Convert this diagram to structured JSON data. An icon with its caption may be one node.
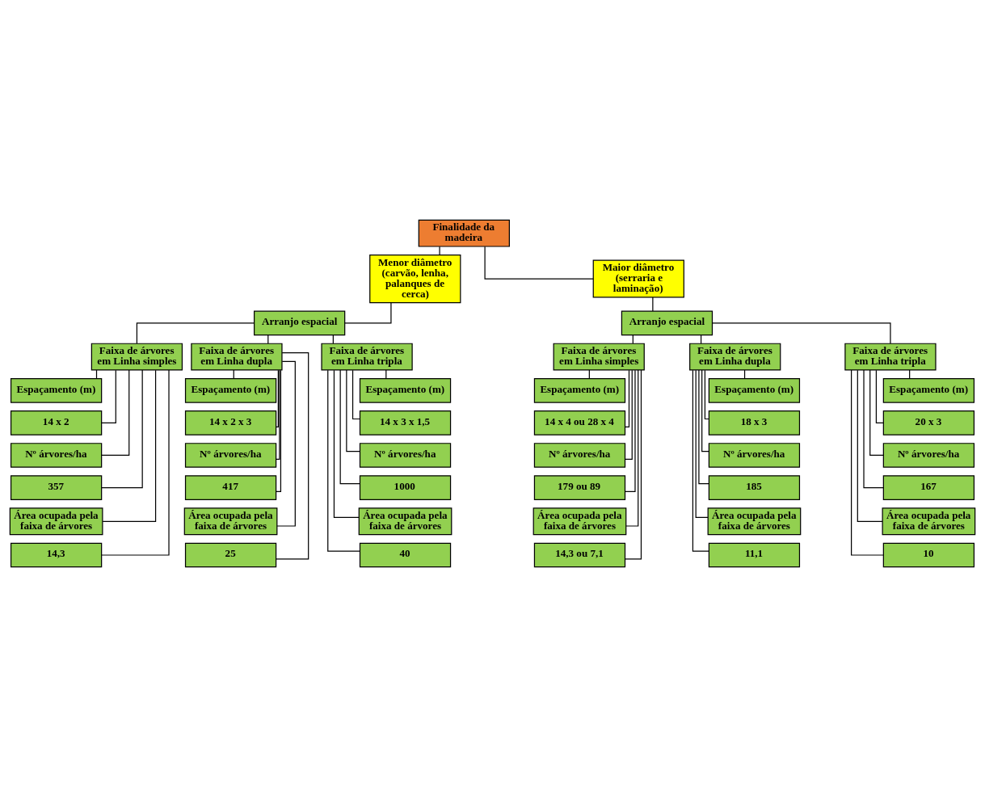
{
  "diagram": {
    "nodes": [
      {
        "text": [
          "Finalidade da madeira"
        ]
      },
      {
        "text": [
          "Menor diâmetro (carvão, lenha, palanques de cerca)"
        ]
      },
      {
        "text": [
          "Maior diâmetro (serraria e laminação)"
        ]
      },
      {
        "text": [
          "Arranjo espacial"
        ]
      },
      {
        "text": [
          "Arranjo espacial"
        ]
      },
      {
        "text": [
          "Faixa de árvores em Linha simples"
        ]
      },
      {
        "text": [
          "Faixa de árvores em Linha dupla"
        ]
      },
      {
        "text": [
          "Faixa de árvores em Linha tripla"
        ]
      },
      {
        "text": [
          "Faixa de árvores em Linha simples"
        ]
      },
      {
        "text": [
          "Faixa de árvores em Linha dupla"
        ]
      },
      {
        "text": [
          "Faixa de árvores em Linha tripla"
        ]
      },
      {
        "text": [
          "Espaçamento (m)"
        ]
      },
      {
        "text": [
          "14 x 2"
        ]
      },
      {
        "text": [
          "Nº árvores/ha"
        ]
      },
      {
        "text": [
          "357"
        ]
      },
      {
        "text": [
          "Área ocupada pela faixa de árvores"
        ]
      },
      {
        "text": [
          "14,3"
        ]
      },
      {
        "text": [
          "Espaçamento (m)"
        ]
      },
      {
        "text": [
          "14 x 2 x 3"
        ]
      },
      {
        "text": [
          "Nº árvores/ha"
        ]
      },
      {
        "text": [
          "417"
        ]
      },
      {
        "text": [
          "Área ocupada pela faixa de árvores"
        ]
      },
      {
        "text": [
          "25"
        ]
      },
      {
        "text": [
          "Espaçamento (m)"
        ]
      },
      {
        "text": [
          "14 x 3 x 1,5"
        ]
      },
      {
        "text": [
          "Nº árvores/ha"
        ]
      },
      {
        "text": [
          "1000"
        ]
      },
      {
        "text": [
          "Área ocupada pela faixa de árvores"
        ]
      },
      {
        "text": [
          "40"
        ]
      },
      {
        "text": [
          "Espaçamento (m)"
        ]
      },
      {
        "text": [
          "14 x 4 ou 28 x 4"
        ]
      },
      {
        "text": [
          "Nº árvores/ha"
        ]
      },
      {
        "text": [
          "179 ou 89"
        ]
      },
      {
        "text": [
          "Área ocupada pela faixa de árvores"
        ]
      },
      {
        "text": [
          "14,3 ou 7,1"
        ]
      },
      {
        "text": [
          "Espaçamento (m)"
        ]
      },
      {
        "text": [
          "18 x 3"
        ]
      },
      {
        "text": [
          "Nº árvores/ha"
        ]
      },
      {
        "text": [
          "185"
        ]
      },
      {
        "text": [
          "Área ocupada pela faixa de árvores"
        ]
      },
      {
        "text": [
          "11,1"
        ]
      },
      {
        "text": [
          "Espaçamento (m)"
        ]
      },
      {
        "text": [
          "20 x 3"
        ]
      },
      {
        "text": [
          "Nº árvores/ha"
        ]
      },
      {
        "text": [
          "167"
        ]
      },
      {
        "text": [
          "Área ocupada pela faixa de árvores"
        ]
      },
      {
        "text": [
          "10"
        ]
      }
    ],
    "edges": [
      {
        "from": 0,
        "to": 1,
        "arrow": "none"
      },
      {
        "from": 0,
        "to": 2,
        "arrow": "none"
      },
      {
        "from": 1,
        "to": 3,
        "arrow": "none"
      },
      {
        "from": 2,
        "to": 4,
        "arrow": "none"
      },
      {
        "from": 3,
        "to": 5,
        "arrow": "none"
      },
      {
        "from": 3,
        "to": 6,
        "arrow": "none"
      },
      {
        "from": 3,
        "to": 7,
        "arrow": "none"
      },
      {
        "from": 4,
        "to": 8,
        "arrow": "none"
      },
      {
        "from": 4,
        "to": 9,
        "arrow": "none"
      },
      {
        "from": 4,
        "to": 10,
        "arrow": "none"
      },
      {
        "from": 5,
        "to": 11,
        "arrow": "none"
      },
      {
        "from": 5,
        "to": 12,
        "arrow": "none"
      },
      {
        "from": 5,
        "to": 13,
        "arrow": "none"
      },
      {
        "from": 5,
        "to": 14,
        "arrow": "none"
      },
      {
        "from": 5,
        "to": 15,
        "arrow": "none"
      },
      {
        "from": 5,
        "to": 16,
        "arrow": "none"
      },
      {
        "from": 6,
        "to": 17,
        "arrow": "none"
      },
      {
        "from": 6,
        "to": 18,
        "arrow": "none"
      },
      {
        "from": 6,
        "to": 19,
        "arrow": "none"
      },
      {
        "from": 6,
        "to": 20,
        "arrow": "none"
      },
      {
        "from": 6,
        "to": 21,
        "arrow": "none"
      },
      {
        "from": 6,
        "to": 22,
        "arrow": "none"
      },
      {
        "from": 7,
        "to": 23,
        "arrow": "none"
      },
      {
        "from": 7,
        "to": 24,
        "arrow": "none"
      },
      {
        "from": 7,
        "to": 25,
        "arrow": "none"
      },
      {
        "from": 7,
        "to": 26,
        "arrow": "none"
      },
      {
        "from": 7,
        "to": 27,
        "arrow": "none"
      },
      {
        "from": 7,
        "to": 28,
        "arrow": "none"
      },
      {
        "from": 8,
        "to": 29,
        "arrow": "none"
      },
      {
        "from": 8,
        "to": 30,
        "arrow": "none"
      },
      {
        "from": 8,
        "to": 31,
        "arrow": "none"
      },
      {
        "from": 8,
        "to": 32,
        "arrow": "none"
      },
      {
        "from": 8,
        "to": 33,
        "arrow": "none"
      },
      {
        "from": 8,
        "to": 34,
        "arrow": "none"
      },
      {
        "from": 9,
        "to": 35,
        "arrow": "none"
      },
      {
        "from": 9,
        "to": 36,
        "arrow": "none"
      },
      {
        "from": 9,
        "to": 37,
        "arrow": "none"
      },
      {
        "from": 9,
        "to": 38,
        "arrow": "none"
      },
      {
        "from": 9,
        "to": 39,
        "arrow": "none"
      },
      {
        "from": 9,
        "to": 40,
        "arrow": "none"
      },
      {
        "from": 10,
        "to": 41,
        "arrow": "none"
      },
      {
        "from": 10,
        "to": 42,
        "arrow": "none"
      },
      {
        "from": 10,
        "to": 43,
        "arrow": "none"
      },
      {
        "from": 10,
        "to": 44,
        "arrow": "none"
      },
      {
        "from": 10,
        "to": 45,
        "arrow": "none"
      },
      {
        "from": 10,
        "to": 46,
        "arrow": "none"
      }
    ]
  }
}
